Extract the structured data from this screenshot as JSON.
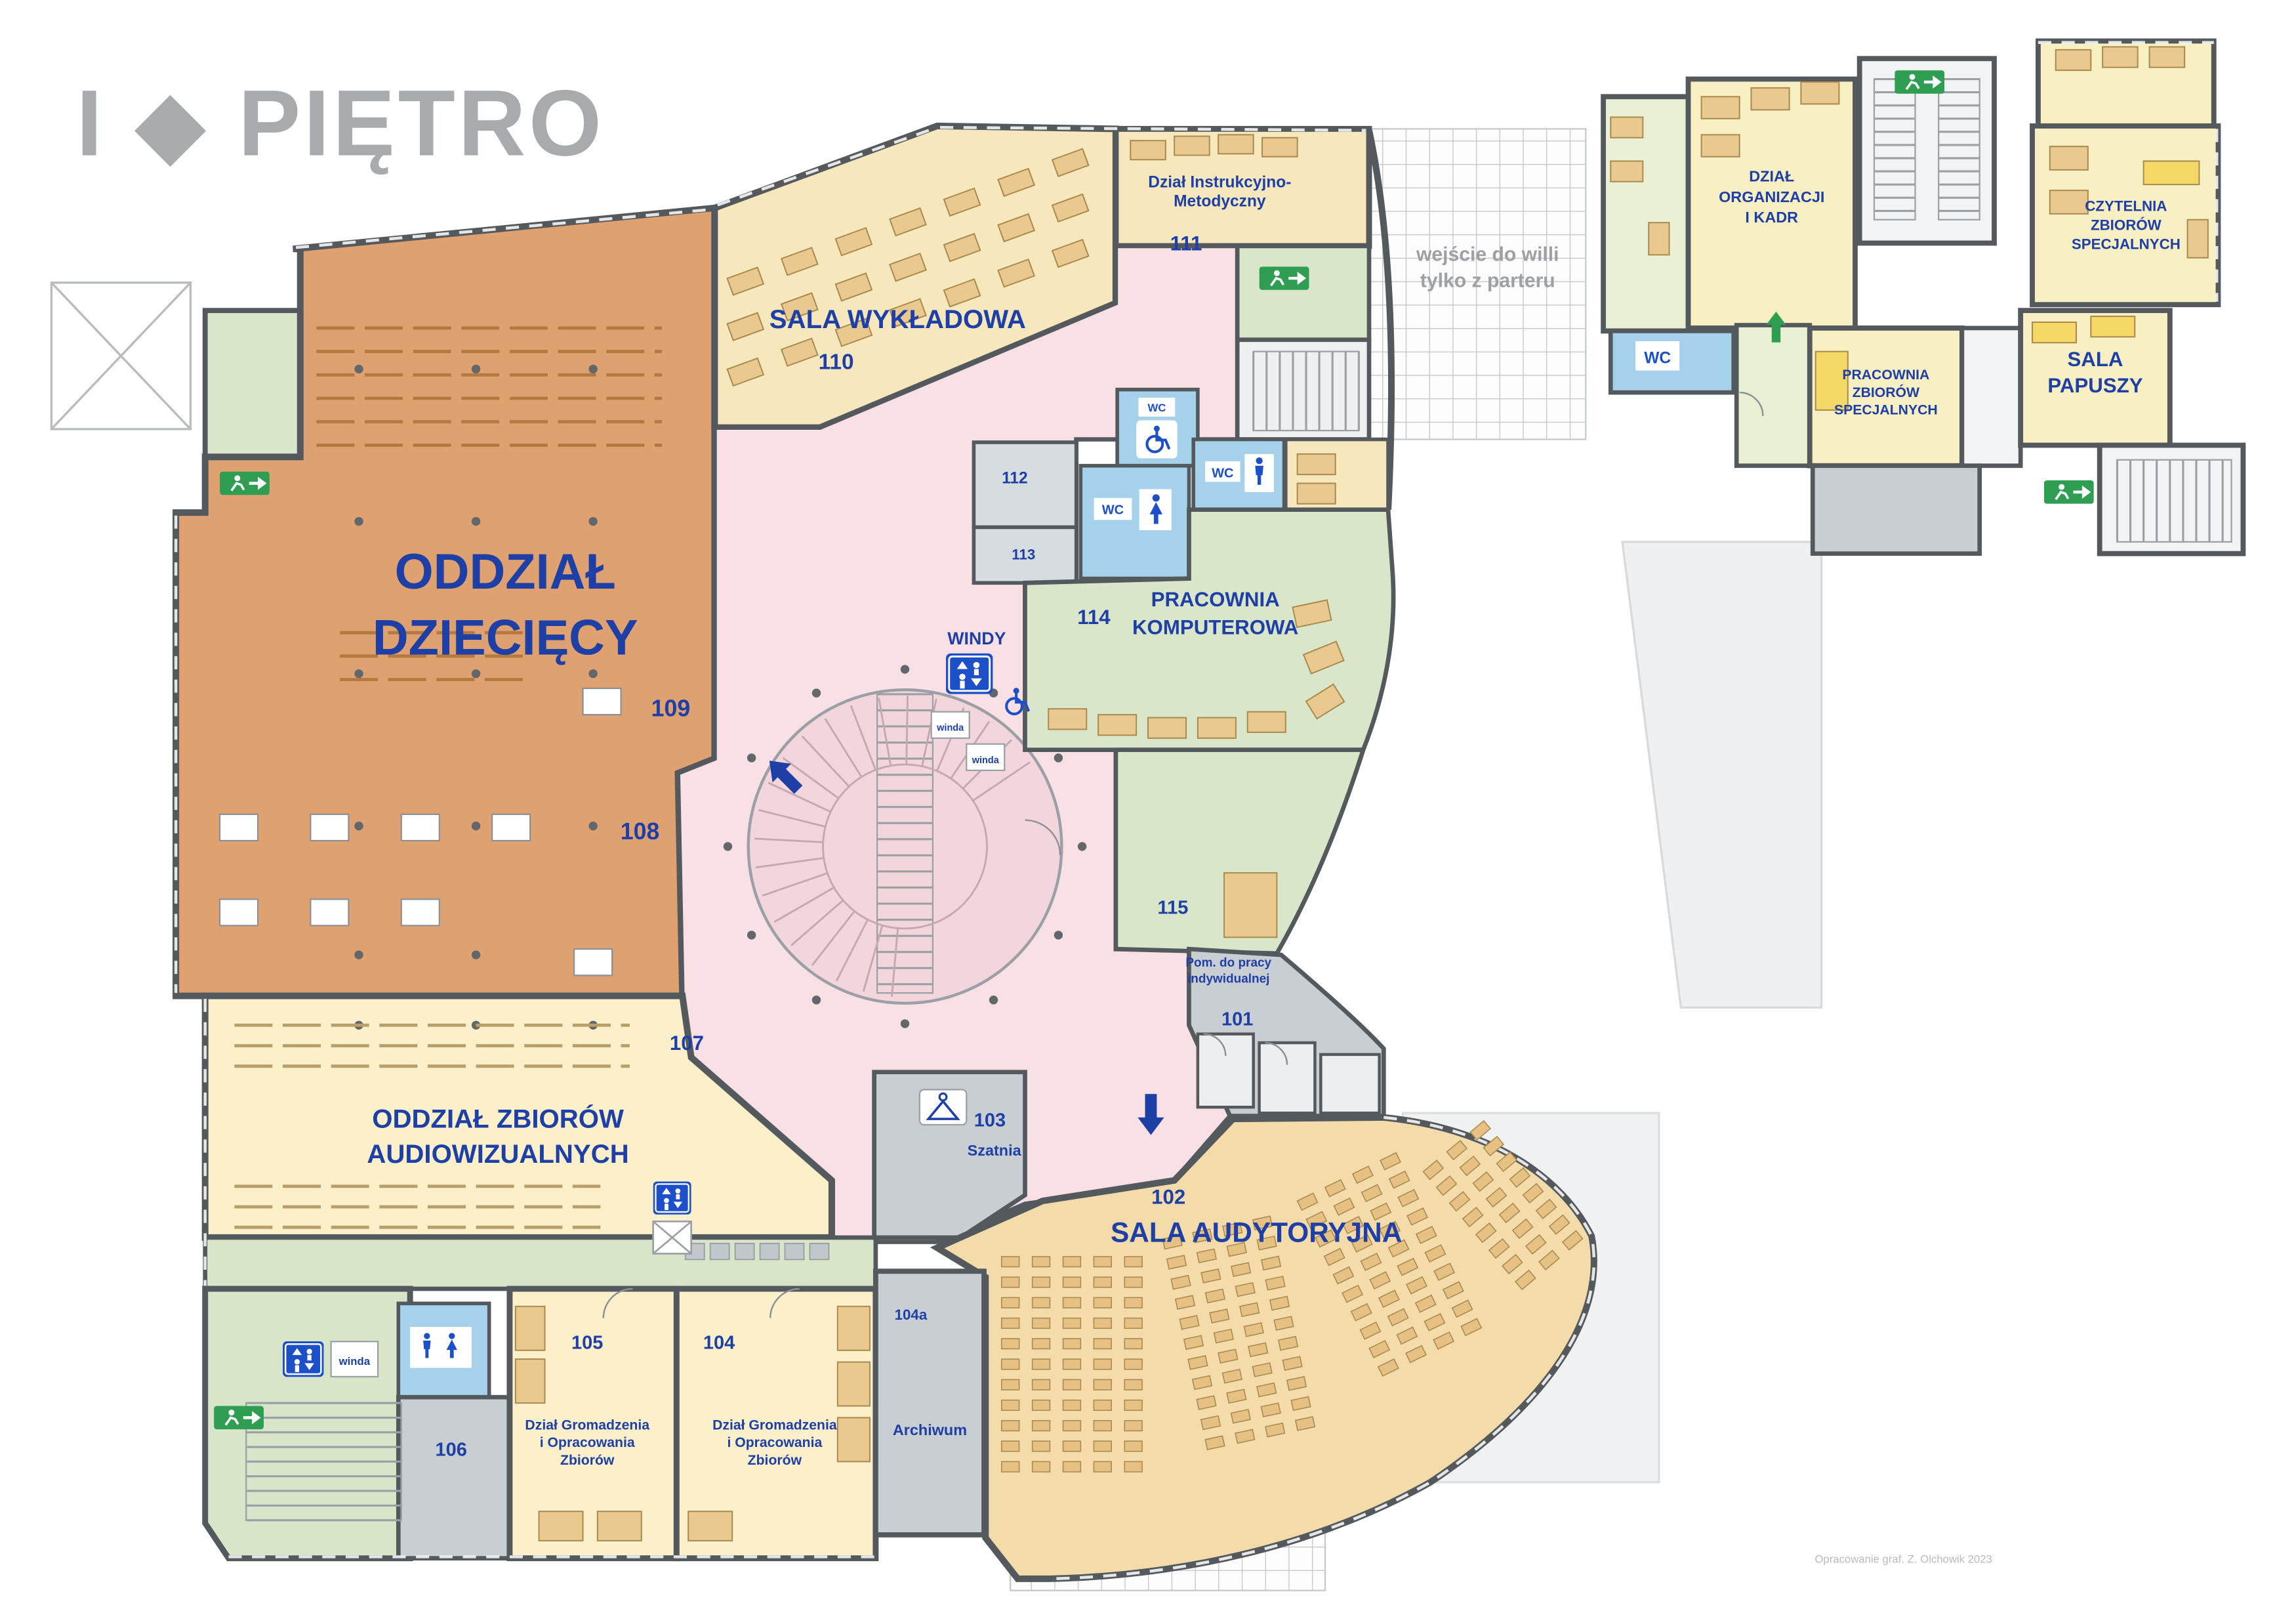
{
  "title": "I ◆ PIĘTRO",
  "note_entrance": {
    "line1": "wejście do willi",
    "line2": "tylko z parteru"
  },
  "credit": "Opracowanie graf. Z. Olchowik 2023",
  "labels": {
    "wc": "WC",
    "winda": "winda",
    "windy": "WINDY"
  },
  "rooms": {
    "dzieciecy": {
      "line1": "ODDZIAŁ",
      "line2": "DZIECIĘCY",
      "num_a": "109",
      "num_b": "108"
    },
    "wykladowa": {
      "name": "SALA WYKŁADOWA",
      "num": "110"
    },
    "instrukcyjny": {
      "line1": "Dział Instrukcyjno-",
      "line2": "Metodyczny",
      "num": "111"
    },
    "r112": {
      "num": "112"
    },
    "r113": {
      "num": "113"
    },
    "komputerowa": {
      "num": "114",
      "line1": "PRACOWNIA",
      "line2": "KOMPUTEROWA"
    },
    "r115": {
      "num": "115"
    },
    "praca_indywidualna": {
      "line1": "Pom. do pracy",
      "line2": "indywidualnej",
      "num": "101"
    },
    "audiowizualny": {
      "num": "107",
      "line1": "ODDZIAŁ ZBIORÓW",
      "line2": "AUDIOWIZUALNYCH"
    },
    "szatnia": {
      "num": "103",
      "name": "Szatnia"
    },
    "audytoryjna": {
      "num": "102",
      "name": "SALA AUDYTORYJNA"
    },
    "archiwum": {
      "num": "104a",
      "name": "Archiwum"
    },
    "gromadzenie_105": {
      "num": "105",
      "line1": "Dział Gromadzenia",
      "line2": "i Opracowania",
      "line3": "Zbiorów"
    },
    "gromadzenie_104": {
      "num": "104",
      "line1": "Dział Gromadzenia",
      "line2": "i Opracowania",
      "line3": "Zbiorów"
    },
    "r106": {
      "num": "106"
    },
    "organizacja": {
      "line1": "DZIAŁ",
      "line2": "ORGANIZACJI",
      "line3": "I KADR"
    },
    "czytelnia": {
      "line1": "CZYTELNIA",
      "line2": "ZBIORÓW",
      "line3": "SPECJALNYCH"
    },
    "pracownia_zbiorow": {
      "line1": "PRACOWNIA",
      "line2": "ZBIORÓW",
      "line3": "SPECJALNYCH"
    },
    "papuszy": {
      "line1": "SALA",
      "line2": "PAPUSZY"
    }
  },
  "colors": {
    "navy": "#1d3fa6",
    "wall": "#54595e",
    "orange": "#dfa170",
    "pale_yellow": "#f6e8bc",
    "cream": "#fbf0c9",
    "tan_room": "#f3dcaa",
    "seat": "#e6c183",
    "pink": "#f8e0e5",
    "rotunda": "#f3d6dc",
    "green": "#d9e6c9",
    "corridor": "#d9e5c9",
    "villa_green": "#eaf0d4",
    "villa_yellow": "#f8efc2",
    "blue": "#a5d1ea",
    "gray_room": "#c9ced3",
    "gray_light": "#d7dce0",
    "lift_blue": "#1d50c8",
    "exit_green": "#2f9e52",
    "title_gray": "#a8abae"
  }
}
